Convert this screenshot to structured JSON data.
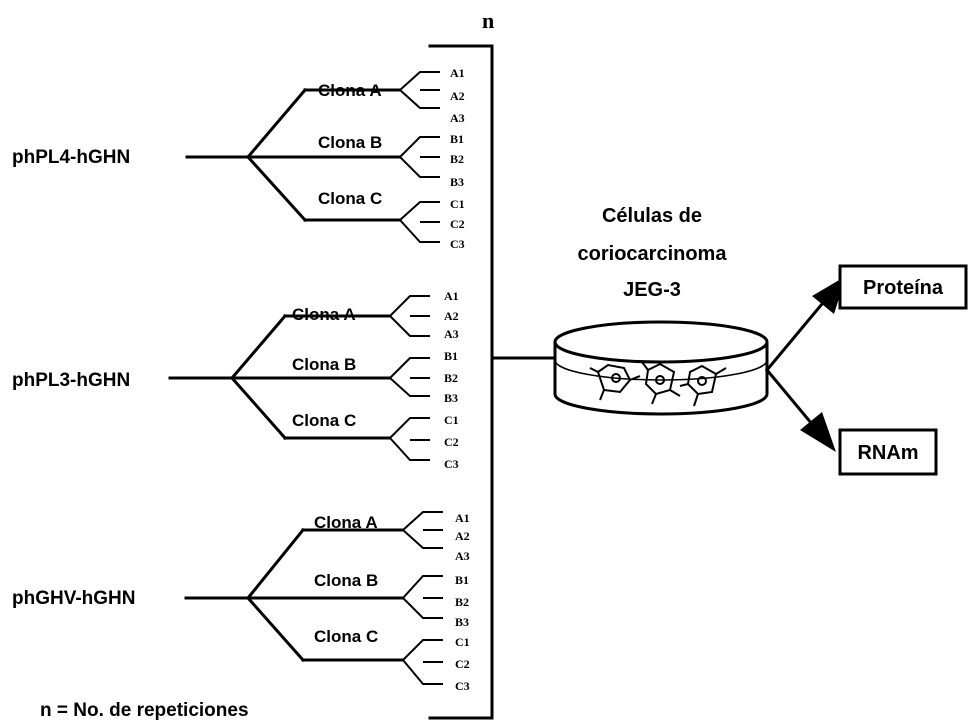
{
  "bracket_label": "n",
  "footnote": "n = No. de repeticiones",
  "cell_line": {
    "line1": "Células de",
    "line2": "coriocarcinoma",
    "line3": "JEG-3"
  },
  "outputs": [
    "Proteína",
    "RNAm"
  ],
  "constructs": [
    {
      "name": "phPL4-hGHN",
      "clones": [
        {
          "label": "Clona A",
          "reps": [
            "A1",
            "A2",
            "A3"
          ]
        },
        {
          "label": "Clona B",
          "reps": [
            "B1",
            "B2",
            "B3"
          ]
        },
        {
          "label": "Clona C",
          "reps": [
            "C1",
            "C2",
            "C3"
          ]
        }
      ]
    },
    {
      "name": "phPL3-hGHN",
      "clones": [
        {
          "label": "Clona A",
          "reps": [
            "A1",
            "A2",
            "A3"
          ]
        },
        {
          "label": "Clona B",
          "reps": [
            "B1",
            "B2",
            "B3"
          ]
        },
        {
          "label": "Clona C",
          "reps": [
            "C1",
            "C2",
            "C3"
          ]
        }
      ]
    },
    {
      "name": "phGHV-hGHN",
      "clones": [
        {
          "label": "Clona A",
          "reps": [
            "A1",
            "A2",
            "A3"
          ]
        },
        {
          "label": "Clona B",
          "reps": [
            "B1",
            "B2",
            "B3"
          ]
        },
        {
          "label": "Clona C",
          "reps": [
            "C1",
            "C2",
            "C3"
          ]
        }
      ]
    }
  ]
}
